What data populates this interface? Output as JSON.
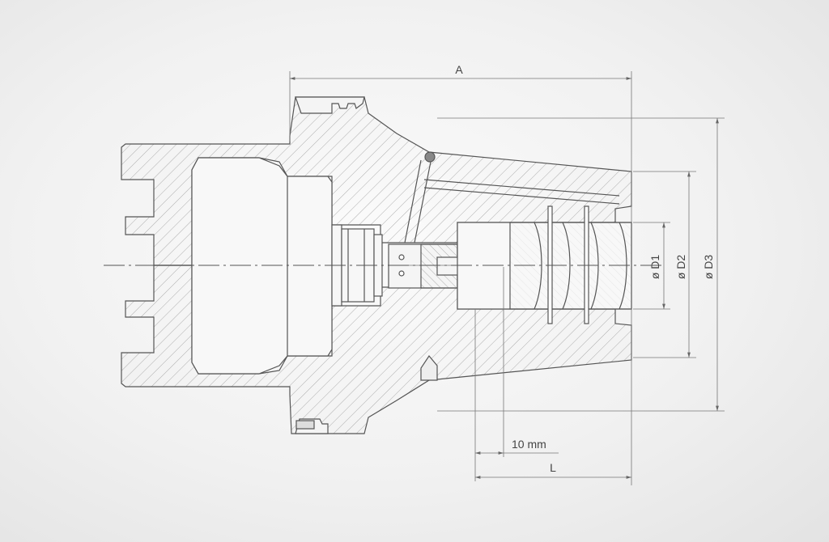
{
  "dimensions": {
    "length_a": "A",
    "diameter_1": "ø D1",
    "diameter_2": "ø D2",
    "diameter_3": "ø D3",
    "pitch": "10 mm",
    "length_l": "L"
  },
  "colors": {
    "outline": "#555555",
    "hatch": "#9a9a9a",
    "dimension": "#666666"
  }
}
